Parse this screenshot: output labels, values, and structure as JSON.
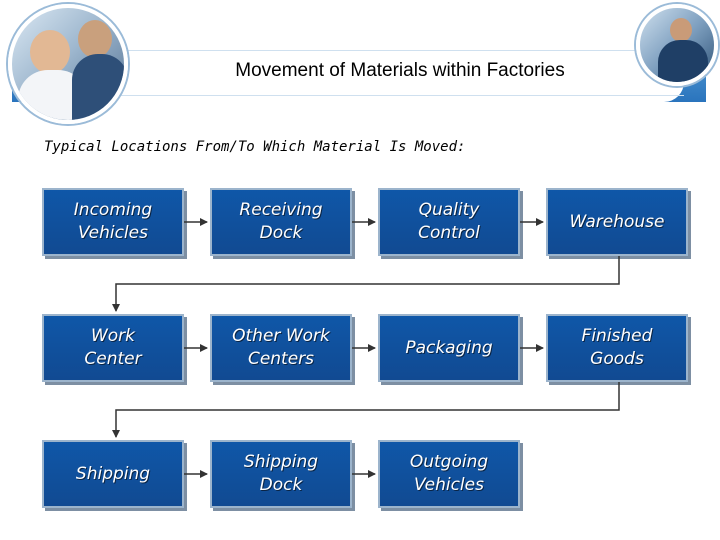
{
  "title": "Movement of Materials within Factories",
  "subtitle": "Typical Locations From/To Which Material Is Moved:",
  "flow": [
    [
      "Incoming\nVehicles",
      "Receiving\nDock",
      "Quality\nControl",
      "Warehouse"
    ],
    [
      "Work\nCenter",
      "Other Work\nCenters",
      "Packaging",
      "Finished\nGoods"
    ],
    [
      "Shipping",
      "Shipping\nDock",
      "Outgoing\nVehicles"
    ]
  ],
  "colors": {
    "box_fill": "#0f57a8",
    "banner": "#2a74bd",
    "connector": "#333333"
  }
}
